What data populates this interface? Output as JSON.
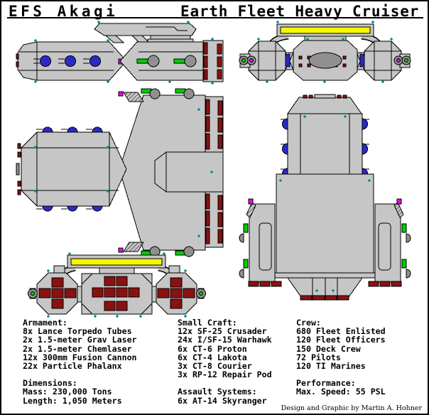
{
  "title": {
    "ship_name": "EFS Akagi",
    "ship_class": "Earth Fleet Heavy Cruiser"
  },
  "specs": {
    "columns": [
      {
        "blocks": [
          {
            "heading": "Armament:",
            "items": [
              "8x Lance Torpedo Tubes",
              "2x 1.5-meter Grav Laser",
              "2x 1.5-meter Chemlaser",
              "12x 300mm Fusion Cannon",
              "22x Particle Phalanx"
            ]
          },
          {
            "heading": "Dimensions:",
            "items": [
              "Mass: 230,000 Tons",
              "Length: 1,050 Meters"
            ]
          }
        ]
      },
      {
        "blocks": [
          {
            "heading": "Small Craft:",
            "items": [
              "12x SF-25 Crusader",
              "24x I/SF-15 Warhawk",
              "6x CT-6 Proton",
              "6x CT-4 Lakota",
              "3x CT-8 Courier",
              "3x RP-12 Repair Pod"
            ]
          },
          {
            "heading": "Assault Systems:",
            "items": [
              "6x AT-14 Skyranger"
            ]
          }
        ]
      },
      {
        "blocks": [
          {
            "heading": "Crew:",
            "items": [
              "680 Fleet Enlisted",
              "120 Fleet Officers",
              "150 Deck Crew",
              "72 Pilots",
              "120 TI Marines"
            ]
          },
          {
            "heading": "Performance:",
            "items": [
              "Max. Speed: 55 PSL"
            ]
          }
        ]
      }
    ]
  },
  "credit": "Design and Graphic by Martin A. Hohner",
  "colors": {
    "background": "#ffffff",
    "hull": "#c6c6c6",
    "hull_dark": "#909090",
    "outline": "#000000",
    "engine_red": "#8b1111",
    "dome_blue": "#2a2ac8",
    "barrel_green": "#00cc00",
    "sensor_yellow": "#f6f600",
    "marker_magenta": "#ee00ee",
    "tick_teal": "#009090"
  }
}
